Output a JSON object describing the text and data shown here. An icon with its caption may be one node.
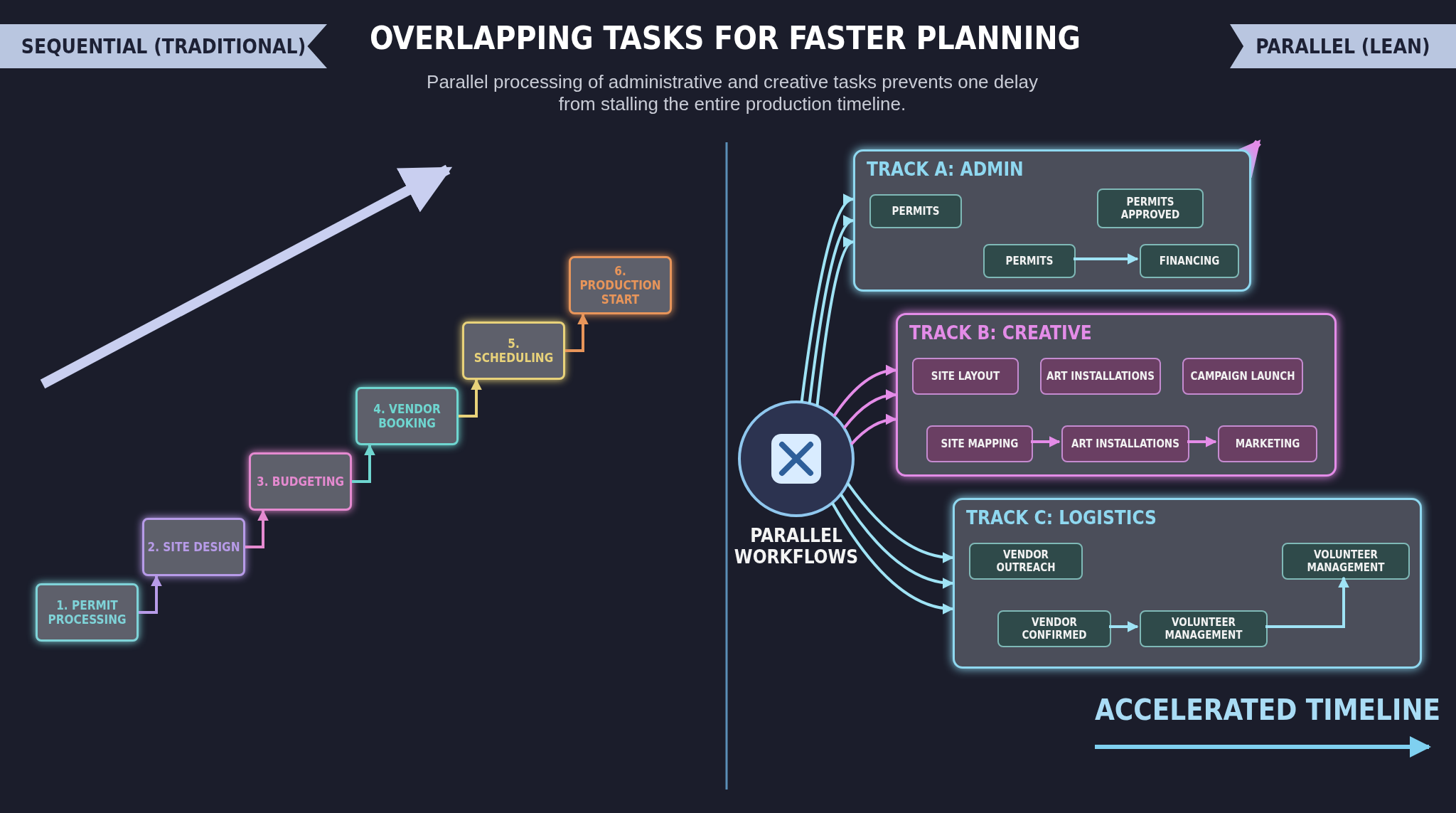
{
  "diagram": {
    "title": "OVERLAPPING TASKS FOR FASTER PLANNING",
    "nodes": [
      {
        "text": [
          "SEQUENTIAL (TRADITIONAL)"
        ]
      },
      {
        "text": [
          "PARALLEL (LEAN)"
        ]
      },
      {
        "text": [
          "1. PERMIT PROCESSING"
        ]
      },
      {
        "text": [
          "2. SITE DESIGN"
        ]
      },
      {
        "text": [
          "3. BUDGETING"
        ]
      },
      {
        "text": [
          "4. VENDOR BOOKING"
        ]
      },
      {
        "text": [
          "5. SCHEDULING"
        ]
      },
      {
        "text": [
          "6. PRODUCTION START"
        ]
      },
      {
        "text": [
          "PARALLEL WORKFLOWS"
        ]
      },
      {
        "text": [
          "TRACK A: ADMIN"
        ]
      },
      {
        "text": [
          "PERMITS"
        ],
        "in": 9
      },
      {
        "text": [
          "PERMITS APPROVED"
        ],
        "in": 9
      },
      {
        "text": [
          "PERMITS"
        ],
        "in": 9
      },
      {
        "text": [
          "FINANCING"
        ],
        "in": 9
      },
      {
        "text": [
          "TRACK B: CREATIVE"
        ]
      },
      {
        "text": [
          "SITE LAYOUT"
        ],
        "in": 14
      },
      {
        "text": [
          "ART INSTALLATIONS"
        ],
        "in": 14
      },
      {
        "text": [
          "CAMPAIGN LAUNCH"
        ],
        "in": 14
      },
      {
        "text": [
          "SITE MAPPING"
        ],
        "in": 14
      },
      {
        "text": [
          "ART INSTALLATIONS"
        ],
        "in": 14
      },
      {
        "text": [
          "MARKETING"
        ],
        "in": 14
      },
      {
        "text": [
          "TRACK C: LOGISTICS"
        ]
      },
      {
        "text": [
          "VENDOR OUTREACH"
        ],
        "in": 21
      },
      {
        "text": [
          "VOLUNTEER MANAGEMENT"
        ],
        "in": 21
      },
      {
        "text": [
          "VENDOR CONFIRMED"
        ],
        "in": 21
      },
      {
        "text": [
          "VOLUNTEER MANAGEMENT"
        ],
        "in": 21
      }
    ],
    "edges": [
      {
        "from": 2,
        "to": 3,
        "arrow": "to",
        "color": "#b79be8"
      },
      {
        "from": 3,
        "to": 4,
        "arrow": "to",
        "color": "#e58ad0"
      },
      {
        "from": 4,
        "to": 5,
        "arrow": "to",
        "color": "#6fd6d0"
      },
      {
        "from": 5,
        "to": 6,
        "arrow": "to",
        "color": "#e8d27a"
      },
      {
        "from": 6,
        "to": 7,
        "arrow": "to",
        "color": "#e8955a"
      },
      {
        "from": 8,
        "to": 9,
        "arrow": "to"
      },
      {
        "from": 8,
        "to": 9,
        "arrow": "to"
      },
      {
        "from": 8,
        "to": 9,
        "arrow": "to"
      },
      {
        "from": 8,
        "to": 14,
        "arrow": "to",
        "color": "#e48ce8"
      },
      {
        "from": 8,
        "to": 14,
        "arrow": "to",
        "color": "#e48ce8"
      },
      {
        "from": 8,
        "to": 14,
        "arrow": "to",
        "color": "#e48ce8"
      },
      {
        "from": 8,
        "to": 21,
        "arrow": "to"
      },
      {
        "from": 8,
        "to": 21,
        "arrow": "to"
      },
      {
        "from": 8,
        "to": 21,
        "arrow": "to"
      },
      {
        "from": 12,
        "to": 13,
        "arrow": "to"
      },
      {
        "from": 18,
        "to": 19,
        "arrow": "to",
        "color": "#e48ce8"
      },
      {
        "from": 19,
        "to": 20,
        "arrow": "to",
        "color": "#e48ce8"
      },
      {
        "from": 24,
        "to": 25,
        "arrow": "to"
      },
      {
        "from": 25,
        "to": 23,
        "arrow": "to"
      }
    ],
    "labels": [
      "Parallel processing of administrative and creative tasks prevents one delay from stalling the entire production timeline.",
      "ACCELERATED TIMELINE"
    ]
  }
}
